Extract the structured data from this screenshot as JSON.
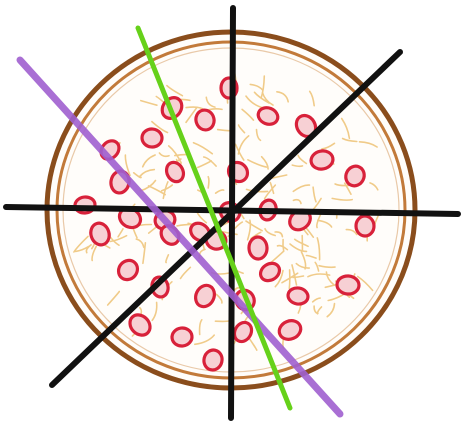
{
  "scene": {
    "subject": "pizza-sketch",
    "colors": {
      "background": "#ffffff",
      "crust_outer": "#8a4d1c",
      "crust_inner": "#c27a3a",
      "cheese": "#f0c983",
      "pepperoni": "#d8213a",
      "pepperoni_inner": "#f7d0d4",
      "cut_line_black": "#111111",
      "cut_line_green": "#66d11a",
      "cut_line_purple": "#a060d0"
    },
    "cut_lines": [
      {
        "name": "vertical-cut",
        "color_key": "cut_line_black"
      },
      {
        "name": "horizontal-cut",
        "color_key": "cut_line_black"
      },
      {
        "name": "diagonal-cut-black",
        "color_key": "cut_line_black"
      },
      {
        "name": "diagonal-cut-green",
        "color_key": "cut_line_green"
      },
      {
        "name": "diagonal-cut-purple",
        "color_key": "cut_line_purple"
      }
    ],
    "pepperoni_count": 36
  }
}
